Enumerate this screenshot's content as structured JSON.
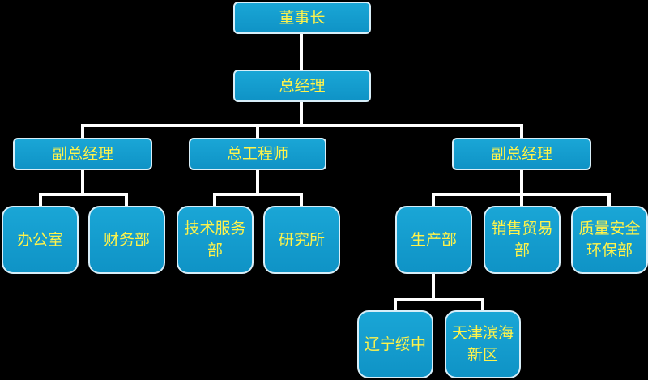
{
  "org": {
    "chairman": "董事长",
    "general_manager": "总经理",
    "deputy_gm_left": "副总经理",
    "chief_engineer": "总工程师",
    "deputy_gm_right": "副总经理",
    "office": "办公室",
    "finance": "财务部",
    "tech_service": "技术服务部",
    "research": "研究所",
    "production": "生产部",
    "sales_trade": "销售贸易部",
    "quality_safety_env": "质量安全环保部",
    "liaoning_suizhong": "辽宁绥中",
    "tianjin_binhai": "天津滨海新区"
  },
  "colors": {
    "box_fill": "#1aa6d6",
    "box_border": "#d8eef8",
    "text": "#fff34a",
    "lines": "#ffffff",
    "background": "#000000"
  }
}
